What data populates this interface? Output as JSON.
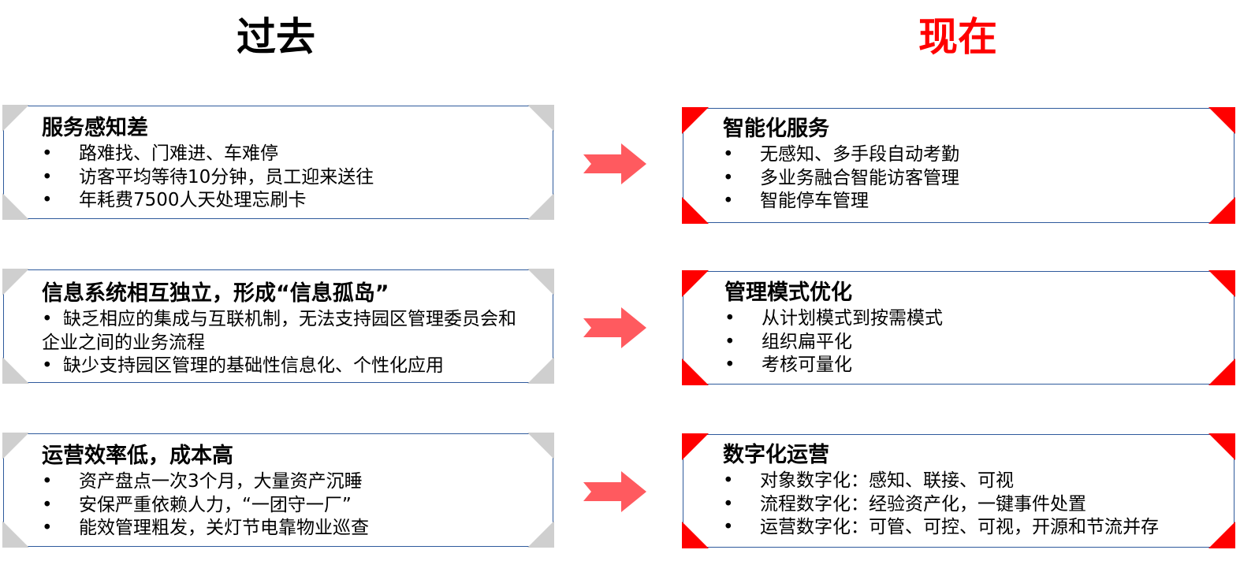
{
  "headings": {
    "past": "过去",
    "present": "现在"
  },
  "colors": {
    "present_heading": "#FF0000",
    "card_border": "#2E5A9C",
    "past_corner": "#CFCFCF",
    "present_corner": "#FF0000",
    "arrow_fill": "#FF5A5F"
  },
  "bullet": "•",
  "past": [
    {
      "title": "服务感知差",
      "items": [
        "路难找、门难进、车难停",
        "访客平均等待10分钟，员工迎来送往",
        "年耗费7500人天处理忘刷卡"
      ]
    },
    {
      "title": "信息系统相互独立，形成“信息孤岛”",
      "items": [
        "缺乏相应的集成与互联机制，无法支持园区管理委员会和企业之间的业务流程",
        "缺少支持园区管理的基础性信息化、个性化应用"
      ]
    },
    {
      "title": "运营效率低，成本高",
      "items": [
        "资产盘点一次3个月，大量资产沉睡",
        "安保严重依赖人力，“一团守一厂”",
        "能效管理粗发，关灯节电靠物业巡查"
      ]
    }
  ],
  "present": [
    {
      "title": "智能化服务",
      "items": [
        "无感知、多手段自动考勤",
        "多业务融合智能访客管理",
        "智能停车管理"
      ]
    },
    {
      "title": "管理模式优化",
      "items": [
        "从计划模式到按需模式",
        "组织扁平化",
        "考核可量化"
      ]
    },
    {
      "title": "数字化运营",
      "items": [
        "对象数字化：感知、联接、可视",
        "流程数字化：经验资产化，一键事件处置",
        "运营数字化：可管、可控、可视，开源和节流并存"
      ]
    }
  ],
  "arrow_icon": "right-arrow-icon"
}
